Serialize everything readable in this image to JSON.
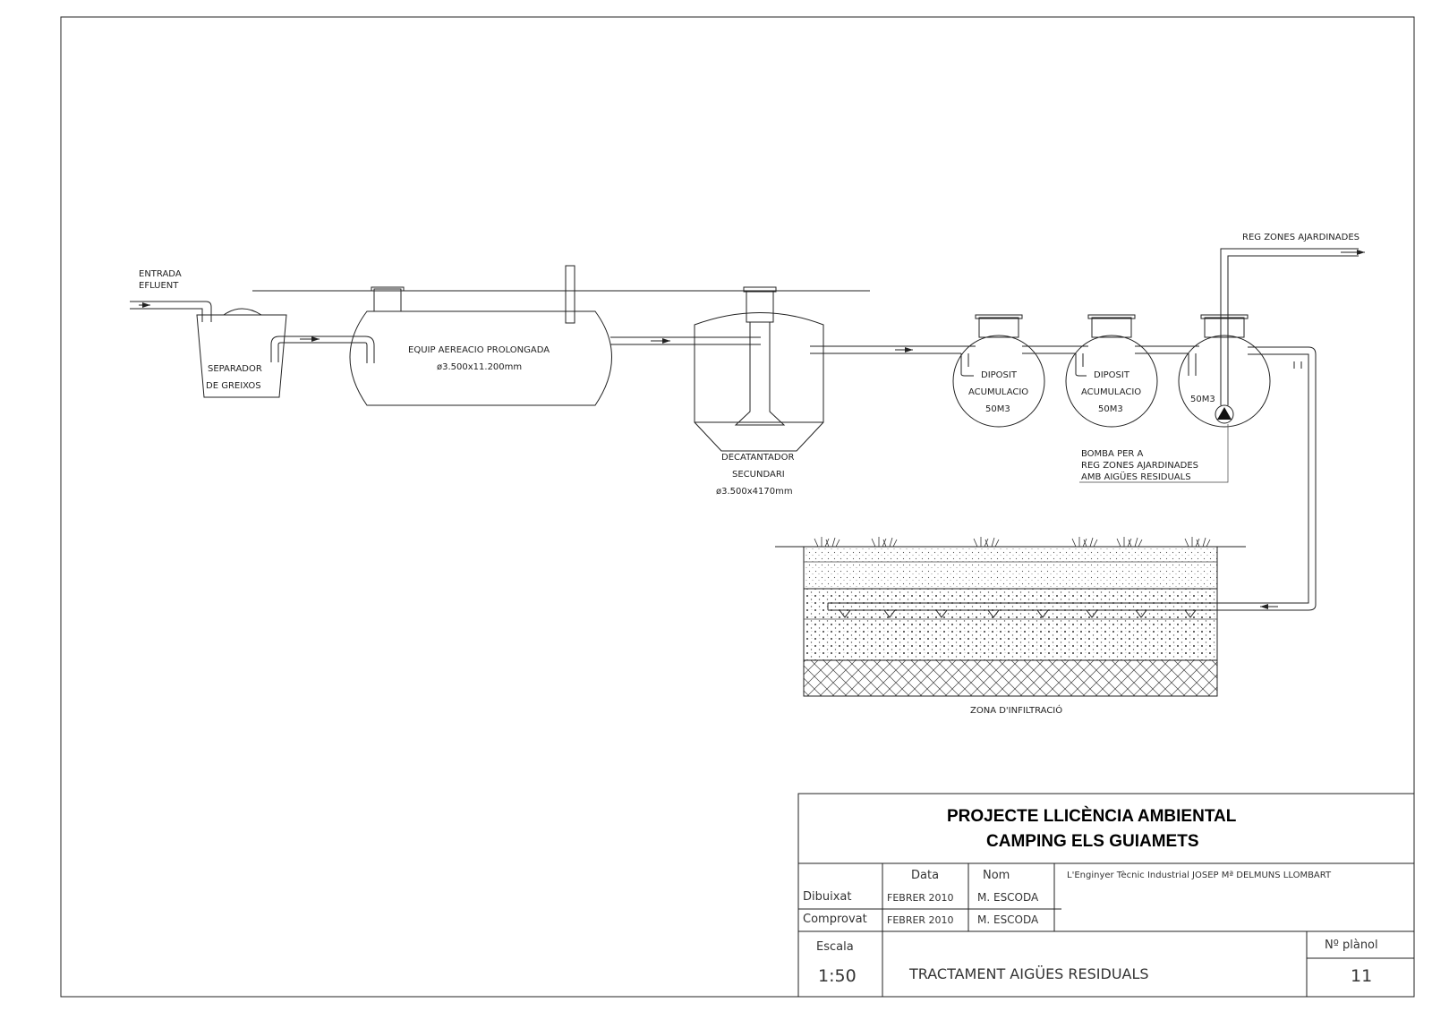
{
  "labels": {
    "inlet_l1": "ENTRADA",
    "inlet_l2": "EFLUENT",
    "separator_l1": "SEPARADOR",
    "separator_l2": "DE GREIXOS",
    "aeration_l1": "EQUIP AEREACIO PROLONGADA",
    "aeration_l2": "ø3.500x11.200mm",
    "decanter_l1": "DECATANTADOR",
    "decanter_l2": "SECUNDARI",
    "decanter_l3": "ø3.500x4170mm",
    "tank1_l1": "DIPOSIT",
    "tank1_l2": "ACUMULACIO",
    "tank1_l3": "50M3",
    "tank2_l1": "DIPOSIT",
    "tank2_l2": "ACUMULACIO",
    "tank2_l3": "50M3",
    "tank3_l1": "50M3",
    "irrigation": "REG ZONES AJARDINADES",
    "pump_l1": "BOMBA PER A",
    "pump_l2": "REG ZONES AJARDINADES",
    "pump_l3": "AMB AIGÜES RESIDUALS",
    "infiltration": "ZONA D'INFILTRACIÓ"
  },
  "title_block": {
    "title_l1": "PROJECTE LLICÈNCIA AMBIENTAL",
    "title_l2": "CAMPING ELS GUIAMETS",
    "col_data": "Data",
    "col_nom": "Nom",
    "engineer": "L'Enginyer Tècnic Industrial   JOSEP Mª DELMUNS LLOMBART",
    "row1_label": "Dibuixat",
    "row1_date": "FEBRER 2010",
    "row1_name": "M. ESCODA",
    "row2_label": "Comprovat",
    "row2_date": "FEBRER 2010",
    "row2_name": "M. ESCODA",
    "scale_label": "Escala",
    "scale_value": "1:50",
    "drawing_title": "TRACTAMENT AIGÜES RESIDUALS",
    "plan_label": "Nº plànol",
    "plan_number": "11"
  }
}
